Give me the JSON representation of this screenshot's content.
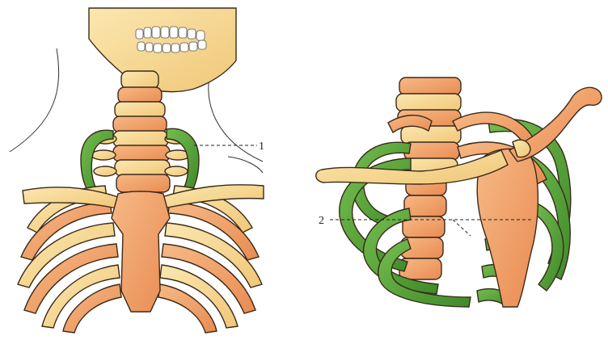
{
  "labels": {
    "callout_1": "1",
    "callout_2": "2"
  },
  "colors": {
    "bone_light": "#f6dc9a",
    "bone_orange": "#f2a36b",
    "cervical_rib": "#5aa638",
    "outline": "#3a2a1a"
  },
  "icons": {
    "left_figure": "anterior-neck-thorax-skeleton",
    "right_figure": "oblique-thorax-skeleton"
  }
}
